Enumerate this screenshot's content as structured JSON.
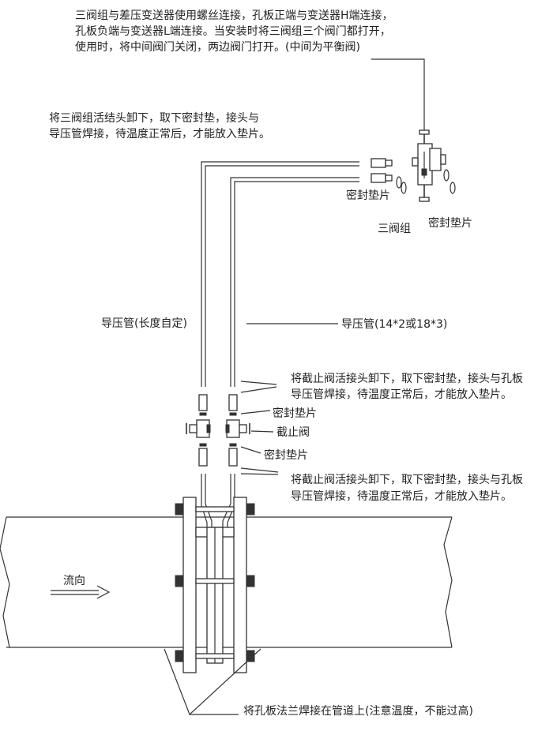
{
  "notes": {
    "top_line1": "三阀组与差压变送器使用螺丝连接，孔板正端与变送器H端连接，",
    "top_line2": "孔板负端与变送器L端连接。当安装时将三阀组三个阀门都打开，",
    "top_line3": "使用时，将中间阀门关闭，两边阀门打开。(中间为平衡阀)",
    "union_line1": "将三阀组活结头卸下，取下密封垫，接头与",
    "union_line2": "导压管焊接，待温度正常后，才能放入垫片。",
    "stop_upper_line1": "将截止阀活接头卸下，取下密封垫，接头与孔板",
    "stop_upper_line2": "导压管焊接，待温度正常后，才能放入垫片。",
    "stop_lower_line1": "将截止阀活接头卸下，取下密封垫，接头与孔板",
    "stop_lower_line2": "导压管焊接，待温度正常后，才能放入垫片。",
    "flange_weld": "将孔板法兰焊接在管道上(注意温度，不能过高)"
  },
  "labels": {
    "gasket_left": "密封垫片",
    "gasket_right": "密封垫片",
    "three_valve": "三阀组",
    "pressure_pipe_len": "导压管(长度自定)",
    "pressure_pipe_spec": "导压管(14*2或18*3)",
    "gasket_upper": "密封垫片",
    "stop_valve": "截止阀",
    "gasket_lower": "密封垫片",
    "flow": "流向"
  }
}
